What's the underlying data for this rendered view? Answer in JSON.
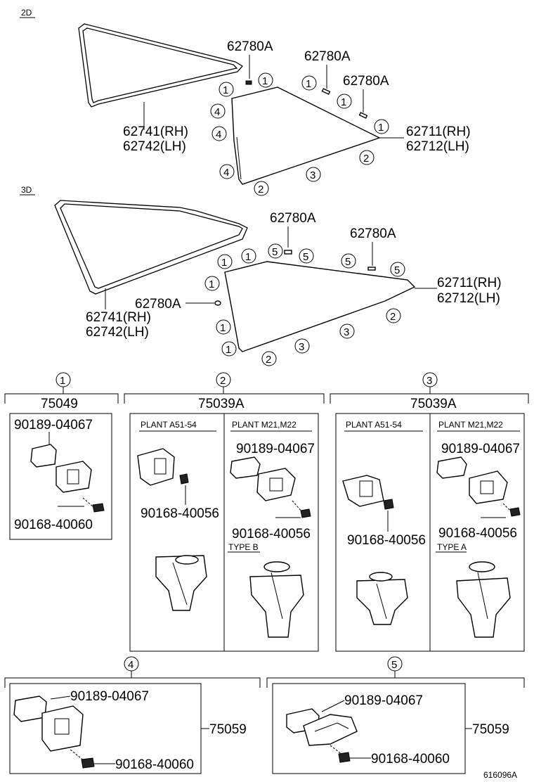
{
  "sections": {
    "top_tag": "2D",
    "mid_tag": "3D"
  },
  "parts": {
    "weatherstrip_rh": "62741(RH)",
    "weatherstrip_lh": "62742(LH)",
    "glass_rh": "62711(RH)",
    "glass_lh": "62712(LH)",
    "clip": "62780A"
  },
  "callouts": [
    "1",
    "2",
    "3",
    "4",
    "5"
  ],
  "clip_groups": [
    {
      "num": "1",
      "part": "75049",
      "upper": "90189-04067",
      "lower": "90168-40060"
    },
    {
      "num": "2",
      "part": "75039A",
      "plant_a": "PLANT A51-54",
      "plant_m": "PLANT M21,M22",
      "a_screw": "90168-40056",
      "m_clip": "90189-04067",
      "m_screw": "90168-40056",
      "type": "TYPE B"
    },
    {
      "num": "3",
      "part": "75039A",
      "plant_a": "PLANT A51-54",
      "plant_m": "PLANT M21,M22",
      "a_screw": "90168-40056",
      "m_clip": "90189-04067",
      "m_screw": "90168-40056",
      "type": "TYPE A"
    },
    {
      "num": "4",
      "part": "75059",
      "upper": "90189-04067",
      "lower": "90168-40060"
    },
    {
      "num": "5",
      "part": "75059",
      "upper": "90189-04067",
      "lower": "90168-40060"
    }
  ],
  "footer_code": "616096A"
}
